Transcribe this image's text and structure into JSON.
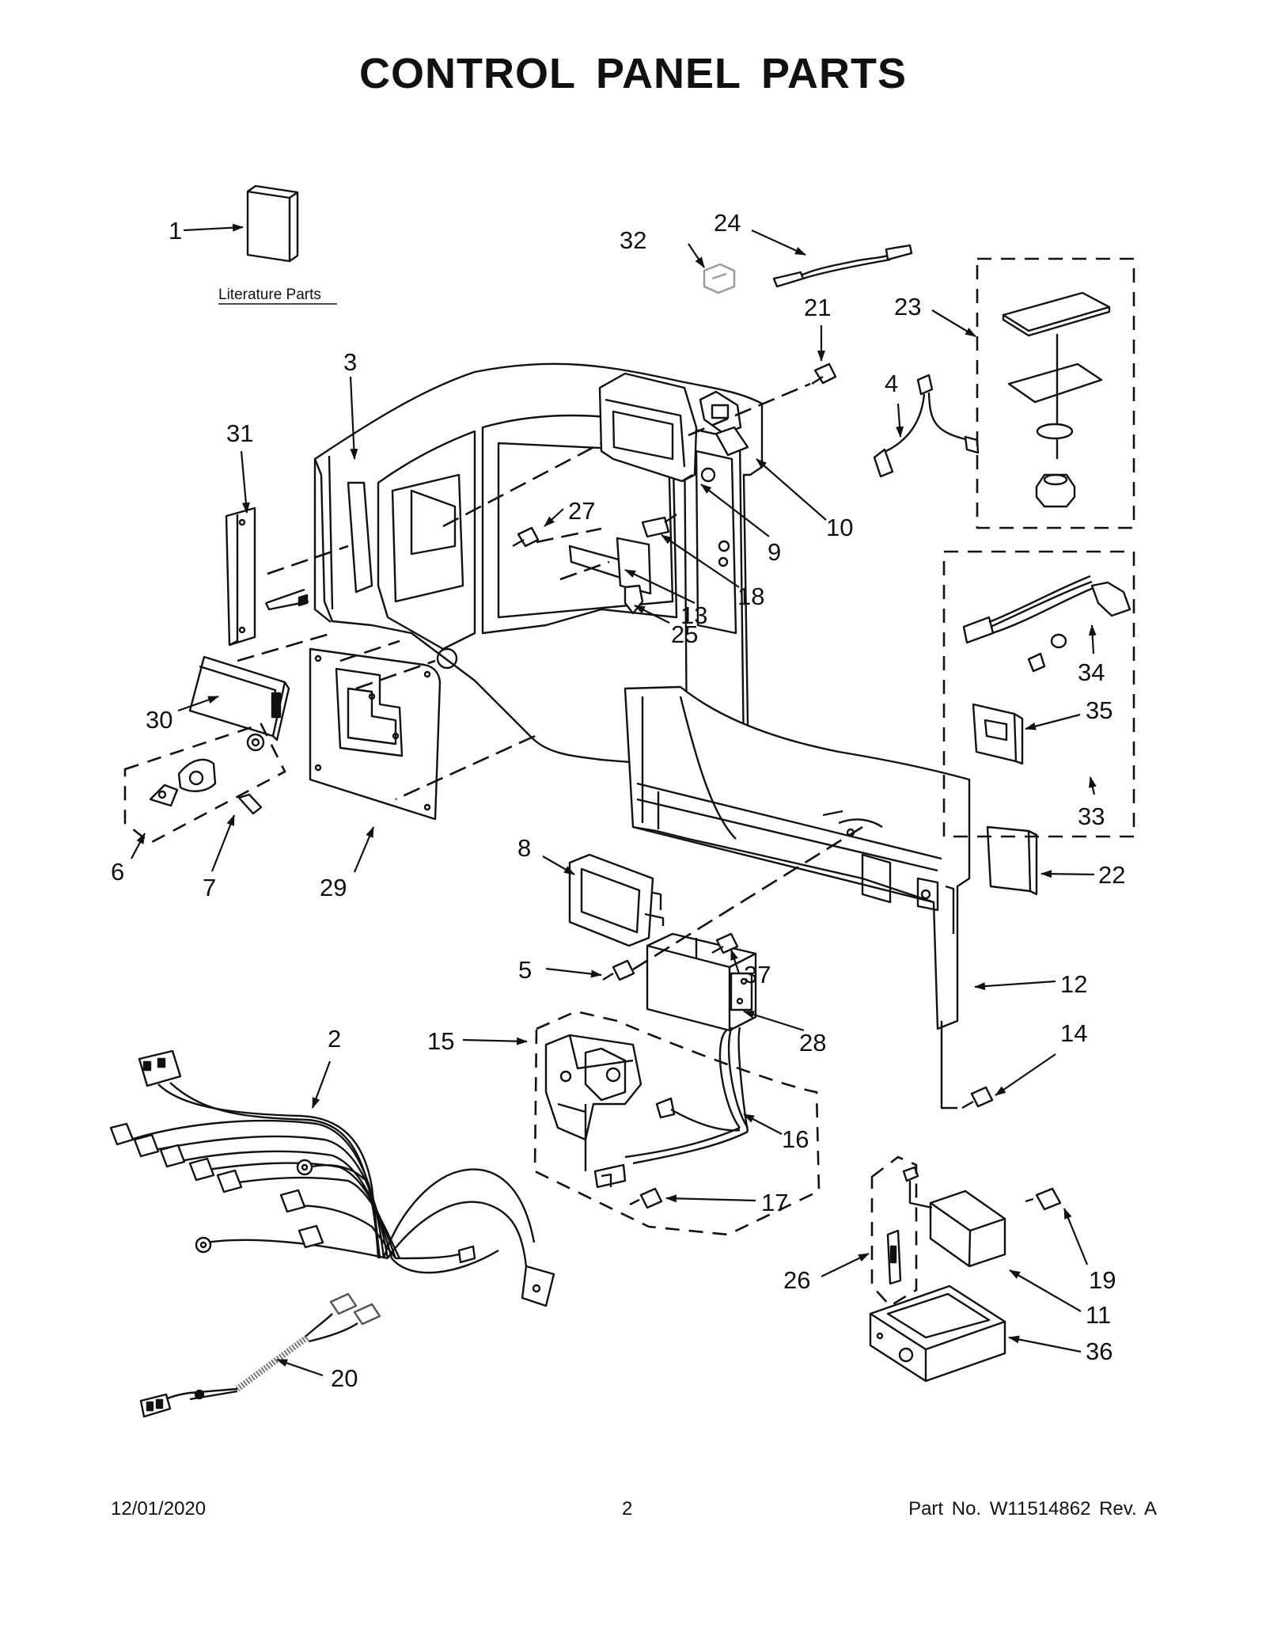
{
  "title": "CONTROL PANEL PARTS",
  "literature_label": "Literature Parts",
  "callouts": [
    "1",
    "2",
    "3",
    "4",
    "5",
    "6",
    "7",
    "8",
    "9",
    "10",
    "11",
    "12",
    "13",
    "14",
    "15",
    "16",
    "17",
    "18",
    "19",
    "20",
    "21",
    "22",
    "23",
    "24",
    "25",
    "26",
    "27",
    "28",
    "29",
    "30",
    "31",
    "32",
    "33",
    "34",
    "35",
    "36",
    "37"
  ],
  "footer": {
    "date": "12/01/2020",
    "page": "2",
    "part": "Part No.  W11514862  Rev.  A"
  }
}
